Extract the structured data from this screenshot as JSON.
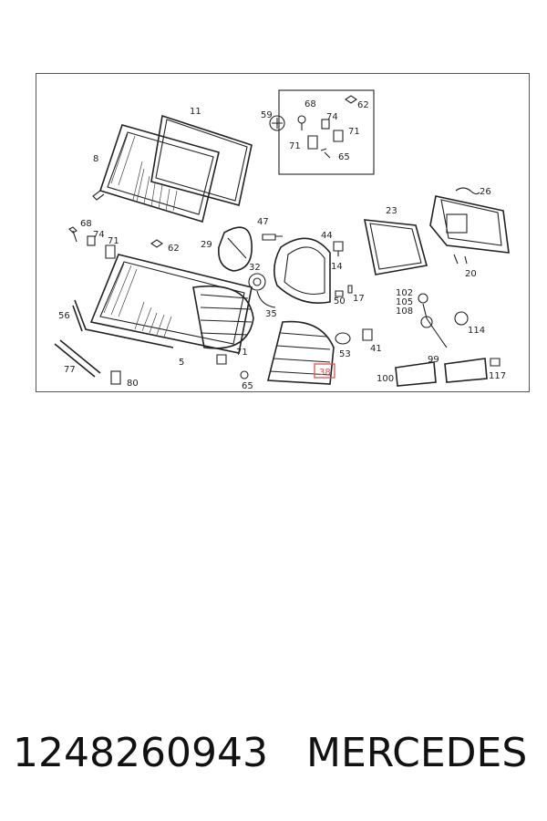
{
  "callouts": {
    "c11": "11",
    "c59": "59",
    "c68a": "68",
    "c62a": "62",
    "c74a": "74",
    "c71a": "71",
    "c71b": "71",
    "c65a": "65",
    "c8": "8",
    "c26": "26",
    "c23": "23",
    "c68b": "68",
    "c74b": "74",
    "c71c": "71",
    "c62b": "62",
    "c47": "47",
    "c29": "29",
    "c44": "44",
    "c14": "14",
    "c32": "32",
    "c20": "20",
    "c50": "50",
    "c17": "17",
    "c102": "102",
    "c105": "105",
    "c108": "108",
    "c56": "56",
    "c35": "35",
    "c53": "53",
    "c41": "41",
    "c114": "114",
    "c71d": "71",
    "c99": "99",
    "c77": "77",
    "c5": "5",
    "c38": "38",
    "c100": "100",
    "c117": "117",
    "c80": "80",
    "c65b": "65"
  },
  "highlight_color": "#e05050",
  "footer": {
    "part_number": "1248260943",
    "brand": "MERCEDES"
  }
}
